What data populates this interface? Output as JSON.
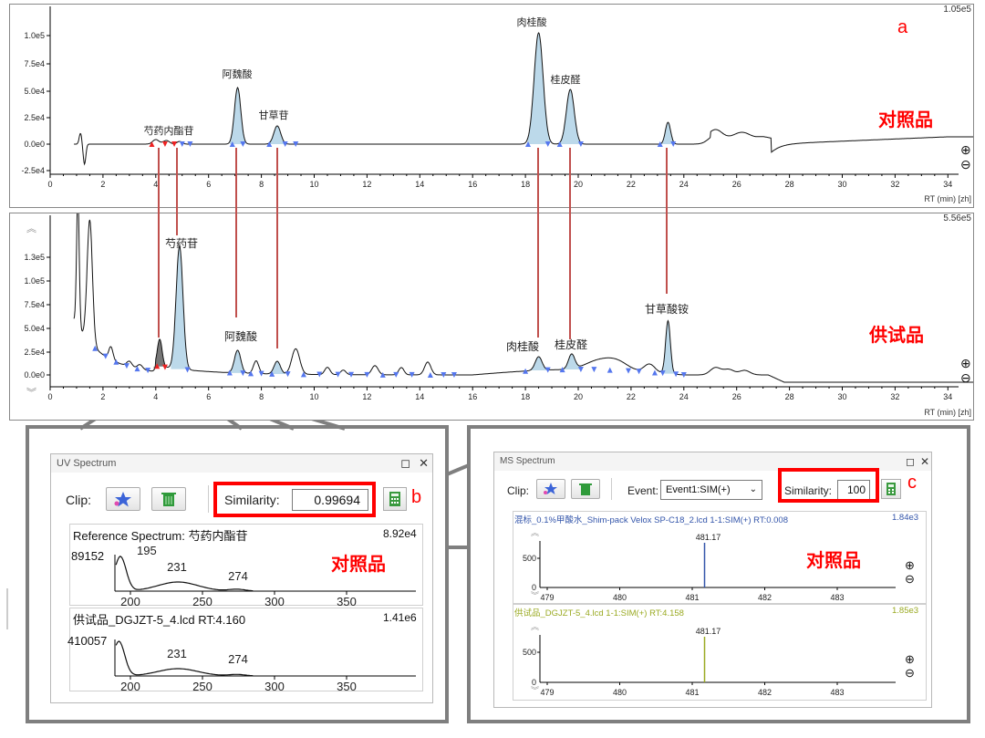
{
  "chrom_top": {
    "scale": "1.05e5",
    "panel_tag": "a",
    "side_label": "对照品",
    "y_ticks": [
      "1.0e5",
      "7.5e4",
      "5.0e4",
      "2.5e4",
      "0.0e0",
      "-2.5e4"
    ],
    "x_ticks": [
      "0",
      "2",
      "4",
      "6",
      "8",
      "10",
      "12",
      "14",
      "16",
      "18",
      "20",
      "22",
      "24",
      "26",
      "28",
      "30",
      "32",
      "34"
    ],
    "x_unit": "RT (min) [zh]",
    "peaks": [
      {
        "label": "芍药内酯苷",
        "rt": 4.15
      },
      {
        "label": "阿魏酸",
        "rt": 7.1
      },
      {
        "label": "甘草苷",
        "rt": 8.6
      },
      {
        "label": "肉桂酸",
        "rt": 18.5
      },
      {
        "label": "桂皮醛",
        "rt": 19.7
      }
    ]
  },
  "chrom_bottom": {
    "scale": "5.56e5",
    "side_label": "供试品",
    "y_ticks": [
      "1.3e5",
      "1.0e5",
      "7.5e4",
      "5.0e4",
      "2.5e4",
      "0.0e0"
    ],
    "x_ticks": [
      "0",
      "2",
      "4",
      "6",
      "8",
      "10",
      "12",
      "14",
      "16",
      "18",
      "20",
      "22",
      "24",
      "26",
      "28",
      "30",
      "32",
      "34"
    ],
    "x_unit": "RT (min) [zh]",
    "peaks": [
      {
        "label": "芍药苷",
        "rt": 4.9
      },
      {
        "label": "阿魏酸",
        "rt": 7.1
      },
      {
        "label": "肉桂酸",
        "rt": 18.5
      },
      {
        "label": "桂皮醛",
        "rt": 19.7
      },
      {
        "label": "甘草酸铵",
        "rt": 23.4
      }
    ]
  },
  "uv": {
    "title": "UV Spectrum",
    "clip_label": "Clip:",
    "similarity_label": "Similarity:",
    "similarity_value": "0.99694",
    "tag": "b",
    "ref_label": "对照品",
    "top": {
      "title": "Reference  Spectrum: 芍药内酯苷",
      "scale": "8.92e4",
      "y_value": "89152",
      "peaks": [
        "195",
        "231",
        "274"
      ],
      "x_ticks": [
        "200",
        "250",
        "300",
        "350"
      ]
    },
    "bottom": {
      "title": "供试品_DGJZT-5_4.lcd RT:4.160",
      "scale": "1.41e6",
      "y_value": "410057",
      "peaks": [
        "231",
        "274"
      ],
      "x_ticks": [
        "200",
        "250",
        "300",
        "350"
      ]
    }
  },
  "ms": {
    "title": "MS Spectrum",
    "clip_label": "Clip:",
    "event_label": "Event:",
    "event_value": "Event1:SIM(+)",
    "similarity_label": "Similarity:",
    "similarity_value": "100",
    "tag": "c",
    "ref_label": "对照品",
    "top": {
      "title": "混标_0.1%甲酸水_Shim-pack Velox SP-C18_2.lcd 1-1:SIM(+) RT:0.008",
      "scale": "1.84e3",
      "peak": "481.17",
      "y_ticks": [
        "500",
        "0"
      ],
      "x_ticks": [
        "479",
        "480",
        "481",
        "482",
        "483"
      ]
    },
    "bottom": {
      "title": "供试品_DGJZT-5_4.lcd 1-1:SIM(+) RT:4.158",
      "scale": "1.85e3",
      "peak": "481.17",
      "y_ticks": [
        "500",
        "0"
      ],
      "x_ticks": [
        "479",
        "480",
        "481",
        "482",
        "483"
      ]
    }
  },
  "colors": {
    "peak_fill": "#bcd9ea",
    "marker": "#5577ee",
    "marker_red": "#ee2222",
    "connector": "#c0504d",
    "highlight": "#ff0000",
    "ms_ref": "#3355aa",
    "ms_sample": "#9aaa22"
  }
}
